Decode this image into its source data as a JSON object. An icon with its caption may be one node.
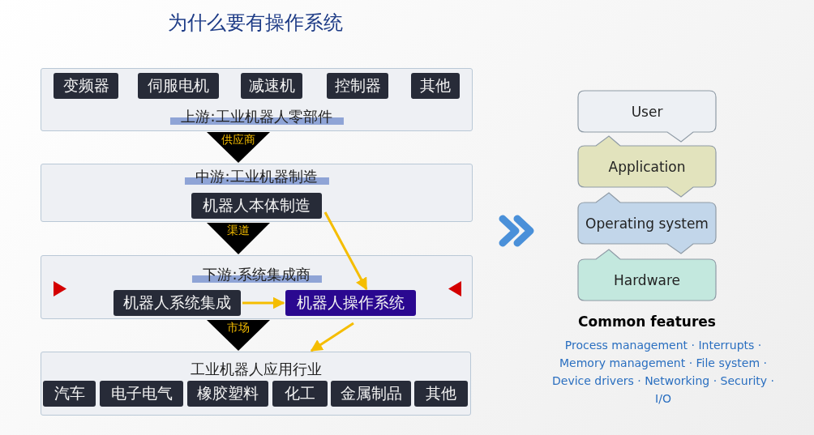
{
  "diagram": {
    "title": "为什么要有操作系统",
    "nodes": [
      {
        "text": [
          "上游:工业机器人零部件"
        ]
      },
      {
        "text": [
          "变频器"
        ],
        "in": 0
      },
      {
        "text": [
          "伺服电机"
        ],
        "in": 0
      },
      {
        "text": [
          "减速机"
        ],
        "in": 0
      },
      {
        "text": [
          "控制器"
        ],
        "in": 0
      },
      {
        "text": [
          "其他"
        ],
        "in": 0
      },
      {
        "text": [
          "中游:工业机器制造"
        ]
      },
      {
        "text": [
          "机器人本体制造"
        ],
        "in": 6
      },
      {
        "text": [
          "下游:系统集成商"
        ]
      },
      {
        "text": [
          "机器人系统集成"
        ],
        "in": 8
      },
      {
        "text": [
          "机器人操作系统"
        ],
        "in": 8
      },
      {
        "text": [
          "工业机器人应用行业"
        ]
      },
      {
        "text": [
          "汽车"
        ],
        "in": 11
      },
      {
        "text": [
          "电子电气"
        ],
        "in": 11
      },
      {
        "text": [
          "橡胶塑料"
        ],
        "in": 11
      },
      {
        "text": [
          "化工"
        ],
        "in": 11
      },
      {
        "text": [
          "金属制品"
        ],
        "in": 11
      },
      {
        "text": [
          "其他"
        ],
        "in": 11
      },
      {
        "text": [
          "User"
        ]
      },
      {
        "text": [
          "Application"
        ]
      },
      {
        "text": [
          "Operating system"
        ]
      },
      {
        "text": [
          "Hardware"
        ]
      }
    ],
    "edges": [
      {
        "from": 0,
        "to": 6,
        "arrow": "to",
        "label": "供应商"
      },
      {
        "from": 6,
        "to": 8,
        "arrow": "to",
        "label": "渠道"
      },
      {
        "from": 8,
        "to": 11,
        "arrow": "to",
        "label": "市场"
      },
      {
        "from": 7,
        "to": 10,
        "arrow": "to"
      },
      {
        "from": 9,
        "to": 10,
        "arrow": "to"
      },
      {
        "from": 10,
        "to": 11,
        "arrow": "to"
      }
    ],
    "labels": [
      "Common features",
      "Process management · Interrupts · Memory management · File system · Device drivers · Networking · Security · I/O"
    ]
  }
}
